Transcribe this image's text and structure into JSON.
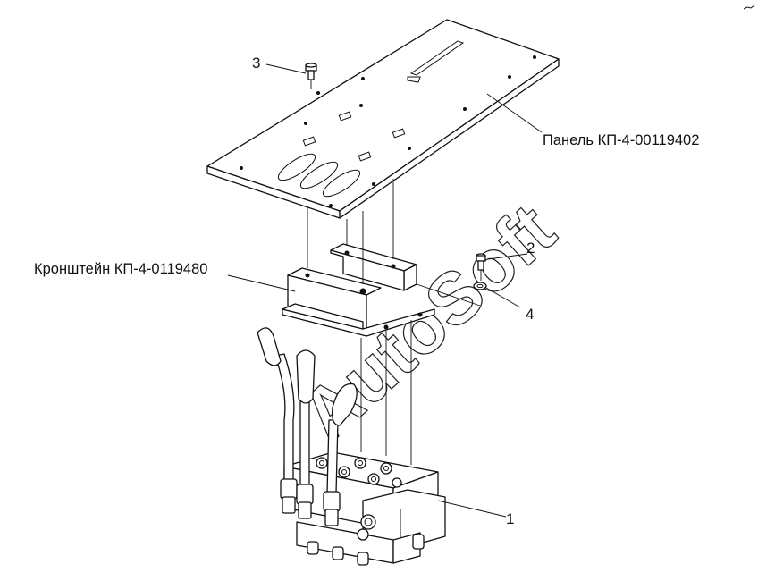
{
  "labels": {
    "panel": "Панель КП-4-00119402",
    "bracket": "Кронштейн КП-4-0119480"
  },
  "callouts": {
    "valve_block": "1",
    "bolt_small": "2",
    "bolt_top": "3",
    "washer": "4"
  },
  "watermark": "AutoSoft"
}
